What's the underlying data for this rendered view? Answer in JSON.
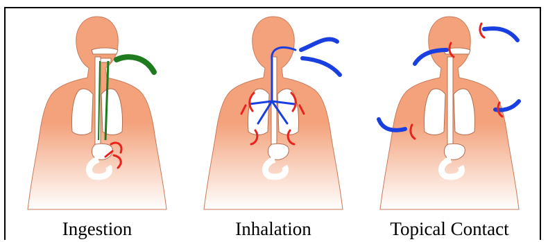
{
  "panels": [
    {
      "label": "Ingestion",
      "route": "ingestion",
      "arrow_color": "#1e7a1e"
    },
    {
      "label": "Inhalation",
      "route": "inhalation",
      "arrow_color": "#1a3fe0"
    },
    {
      "label": "Topical Contact",
      "route": "topical",
      "arrow_color": "#1a3fe0"
    }
  ],
  "colors": {
    "body": "#f3a27c",
    "organ": "#ffffff",
    "absorption_marks": "#e8231c",
    "outline": "#7a4a34"
  }
}
